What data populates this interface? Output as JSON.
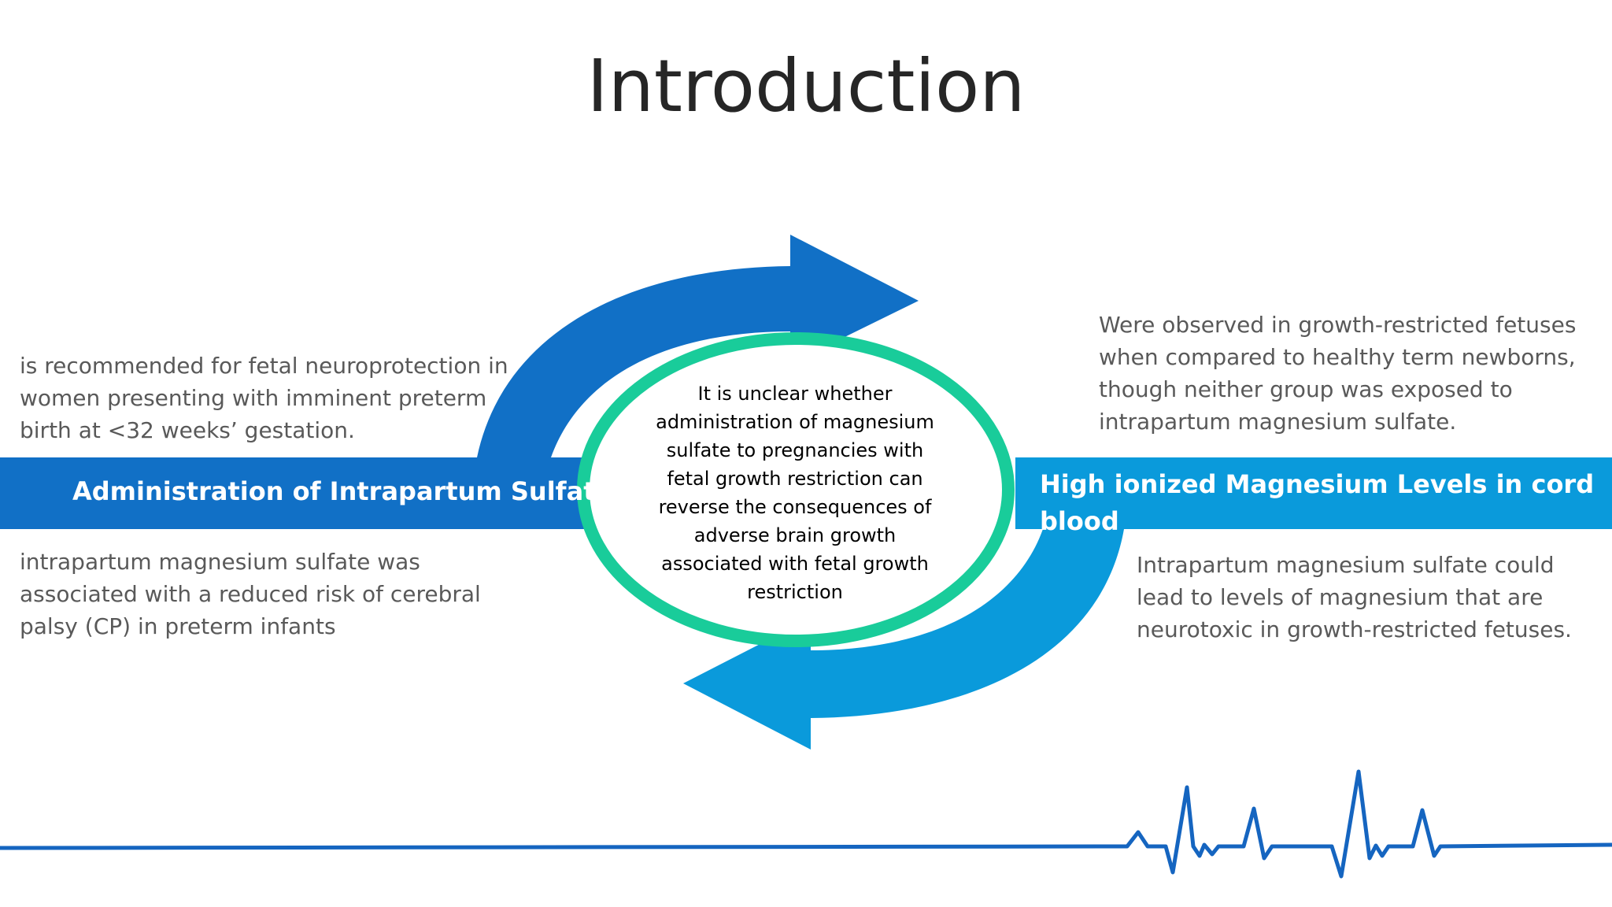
{
  "title": "Introduction",
  "left_band_label": "Administration of Intrapartum Sulfate",
  "right_band_label": "High ionized Magnesium Levels in cord\nblood",
  "left_top_text": "is recommended for fetal neuroprotection in\nwomen presenting with imminent preterm\nbirth at <32 weeks’ gestation.",
  "left_bottom_text": "intrapartum magnesium sulfate was\nassociated with a reduced risk of cerebral\npalsy (CP) in preterm infants",
  "right_top_text": "Were observed in growth-restricted fetuses\nwhen compared to healthy term newborns,\nthough neither group was exposed to\nintrapartum magnesium sulfate.",
  "right_bottom_text": "Intrapartum magnesium sulfate could\nlead to levels of magnesium that are\nneurotoxic in growth-restricted fetuses.",
  "center_text": "It is unclear whether\nadministration of magnesium\nsulfate to pregnancies with\nfetal growth restriction can\nreverse the consequences of\nadverse brain growth\nassociated with fetal growth\nrestriction",
  "colors": {
    "dark_blue": "#1170C6",
    "light_blue": "#0A9ADB",
    "ring_green": "#19CC9A",
    "ecg_blue": "#1565C0"
  }
}
